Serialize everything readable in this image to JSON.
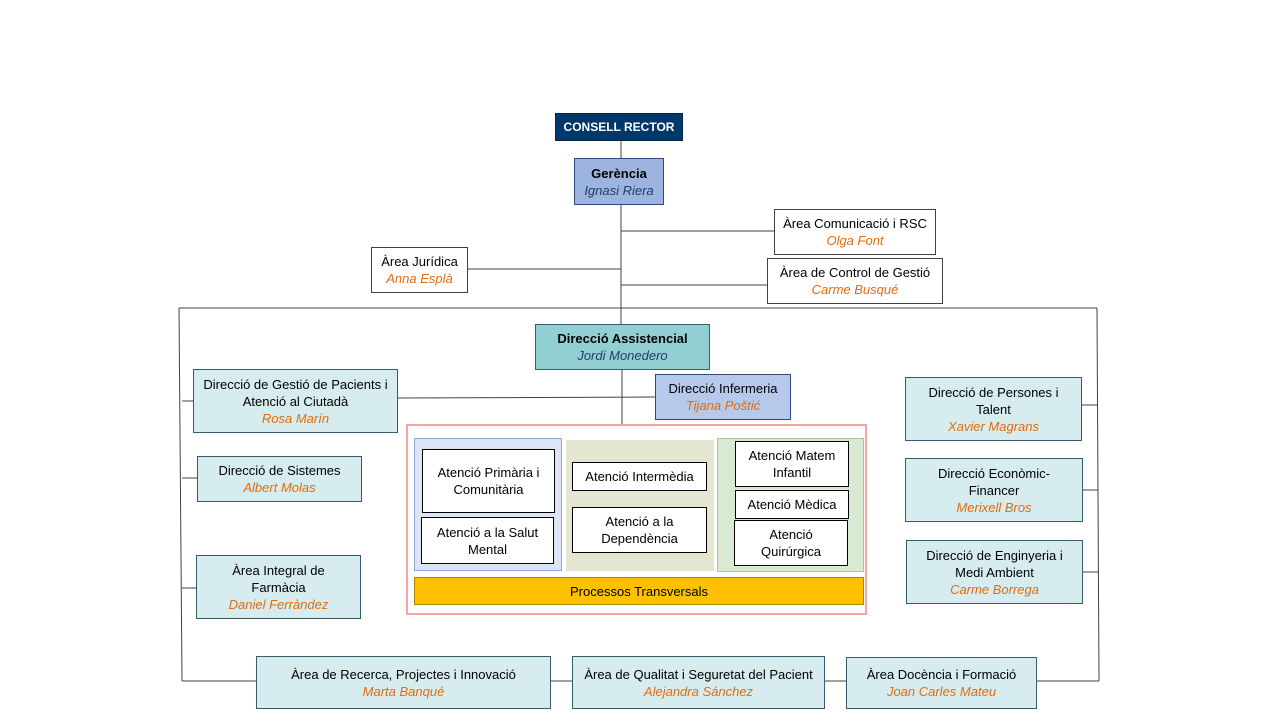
{
  "consell": "CONSELL RECTOR",
  "gerencia": {
    "title": "Gerència",
    "name": "Ignasi Riera"
  },
  "comunicacio": {
    "title": "Àrea Comunicació i RSC",
    "name": "Olga Font"
  },
  "juridica": {
    "title": "Àrea Jurídica",
    "name": "Anna Esplà"
  },
  "control": {
    "title": "Àrea de Control de Gestió",
    "name": "Carme Busqué"
  },
  "assistencial": {
    "title": "Direcció Assistencial",
    "name": "Jordi Monedero"
  },
  "pacients": {
    "title": "Direcció de Gestió de Pacients i Atenció al Ciutadà",
    "name": "Rosa Marín"
  },
  "infermeria": {
    "title": "Direcció Infermeria",
    "name": "Tijana Poštić"
  },
  "sistemes": {
    "title": "Direcció de Sistemes",
    "name": "Albert Molas"
  },
  "farmacia": {
    "title": "Àrea Integral de Farmàcia",
    "name": "Daniel Ferràndez"
  },
  "persones": {
    "title": "Direcció de Persones i Talent",
    "name": "Xavier Magrans"
  },
  "economic": {
    "title": "Direcció Econòmic-Financer",
    "name": "Merixell Bros"
  },
  "enginyeria": {
    "title": "Direcció de  Enginyeria i Medi Ambient",
    "name": "Carme Borrega"
  },
  "recerca": {
    "title": "Àrea de Recerca, Projectes i Innovació",
    "name": "Marta Banqué"
  },
  "qualitat": {
    "title": "Àrea de Qualitat i Seguretat del Pacient",
    "name": "Alejandra Sánchez"
  },
  "docencia": {
    "title": "Àrea Docència i Formació",
    "name": "Joan Carles Mateu"
  },
  "units": {
    "primaria": "Atenció Primària i Comunitària",
    "salut_mental": "Atenció a la Salut Mental",
    "intermedia": "Atenció Intermèdia",
    "dependencia": "Atenció a la Dependència",
    "matern": "Atenció Matem Infantil",
    "medica": "Atenció Mèdica",
    "quirurgica": "Atenció Quirúrgica",
    "transversals": "Processos Transversals"
  },
  "colors": {
    "line": "#404040",
    "frame": "#f4a6a6",
    "blue_region": "#dbe5f5",
    "olive_region": "#e5e6cf",
    "green_region": "#d9ead3",
    "yellow": "#ffc000"
  }
}
